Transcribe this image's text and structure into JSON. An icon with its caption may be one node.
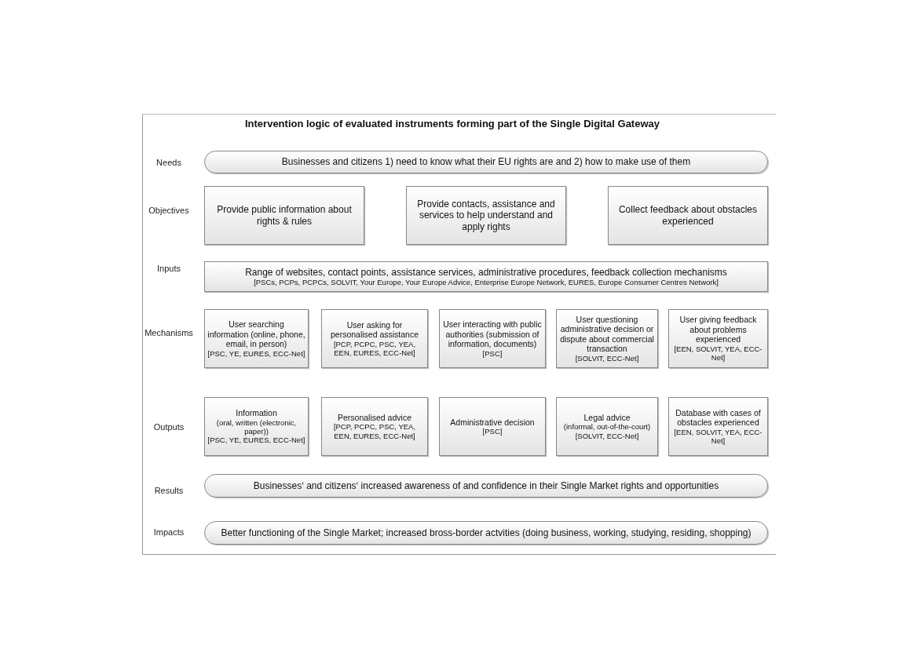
{
  "diagram": {
    "title": "Intervention logic of evaluated instruments forming part of the Single Digital Gateway",
    "nodes": [
      {
        "text": [
          "Businesses and citizens 1) need to know what their EU rights are and 2) how to make use of them"
        ]
      },
      {
        "text": [
          "Provide public information about rights & rules"
        ]
      },
      {
        "text": [
          "Provide contacts, assistance and services to help understand and apply rights"
        ]
      },
      {
        "text": [
          "Collect feedback about obstacles experienced"
        ]
      },
      {
        "text": [
          "Range of websites, contact points, assistance services, administrative procedures, feedback collection mechanisms",
          "[PSCs, PCPs, PCPCs, SOLVIT, Your Europe, Your Europe Advice, Enterprise Europe Network, EURES, Europe Consumer Centres Network]"
        ]
      },
      {
        "text": [
          "User searching information (online, phone, email, in person)",
          "[PSC, YE, EURES, ECC-Net]"
        ]
      },
      {
        "text": [
          "User asking for personalised assistance",
          "[PCP, PCPC, PSC, YEA, EEN, EURES, ECC-Net]"
        ]
      },
      {
        "text": [
          "User interacting with public authorities (submission of information, documents)",
          "[PSC]"
        ]
      },
      {
        "text": [
          "User questioning administrative decision or dispute about commercial transaction",
          "[SOLVIT, ECC-Net]"
        ]
      },
      {
        "text": [
          "User giving feedback about problems experienced",
          "[EEN, SOLVIT, YEA, ECC-Net]"
        ]
      },
      {
        "text": [
          "Information",
          "(oral, written (electronic, paper))",
          "[PSC, YE, EURES, ECC-Net]"
        ]
      },
      {
        "text": [
          "Personalised advice",
          "[PCP, PCPC, PSC, YEA, EEN, EURES, ECC-Net]"
        ]
      },
      {
        "text": [
          "Administrative decision",
          "[PSC]"
        ]
      },
      {
        "text": [
          "Legal advice",
          "(informal, out-of-the-court)",
          "[SOLVIT, ECC-Net]"
        ]
      },
      {
        "text": [
          "Database with cases of obstacles experienced",
          "[EEN, SOLVIT, YEA, ECC-Net]"
        ]
      },
      {
        "text": [
          "Businesses‘ and citizens‘ increased awareness of and confidence in their Single Market rights and opportunities"
        ]
      },
      {
        "text": [
          "Better functioning of the Single Market; increased bross-border actvities (doing business, working, studying, residing, shopping)"
        ]
      }
    ],
    "labels": [
      "Needs",
      "Objectives",
      "Inputs",
      "Mechanisms",
      "Outputs",
      "Results",
      "Impacts"
    ]
  }
}
